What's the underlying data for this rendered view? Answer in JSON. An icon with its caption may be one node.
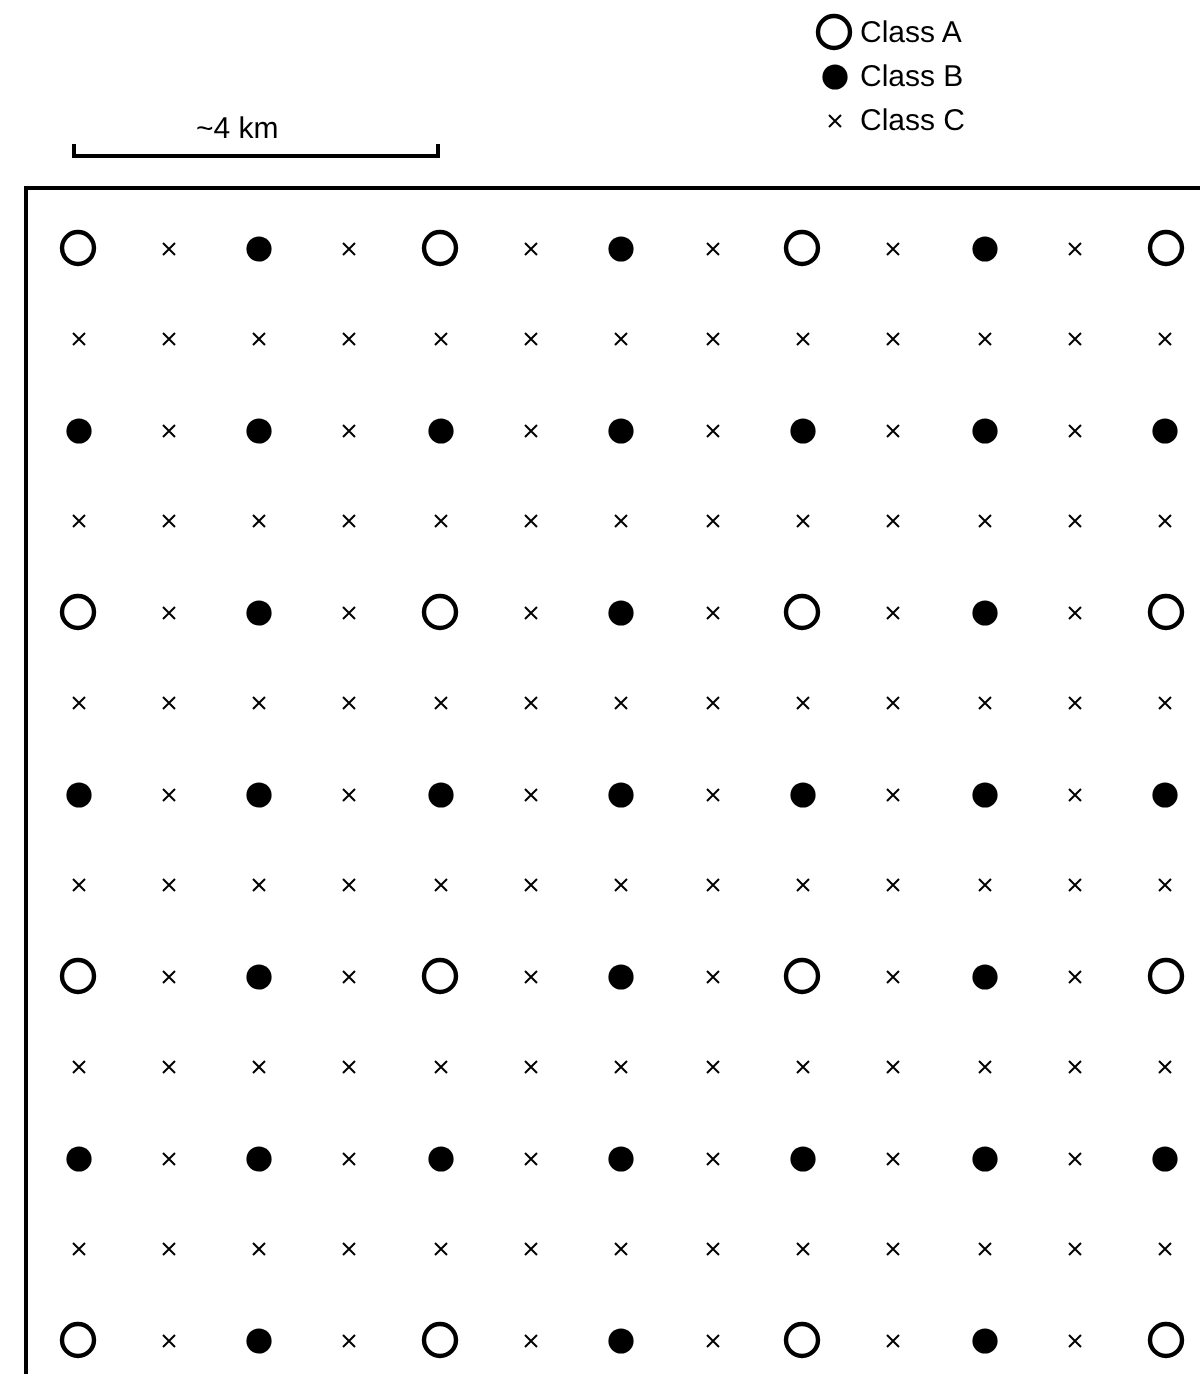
{
  "diagram": {
    "labels": [
      "~4 km"
    ],
    "legend": [
      {
        "text": "Class A"
      },
      {
        "text": "Class B"
      },
      {
        "text": "Class C"
      }
    ]
  }
}
